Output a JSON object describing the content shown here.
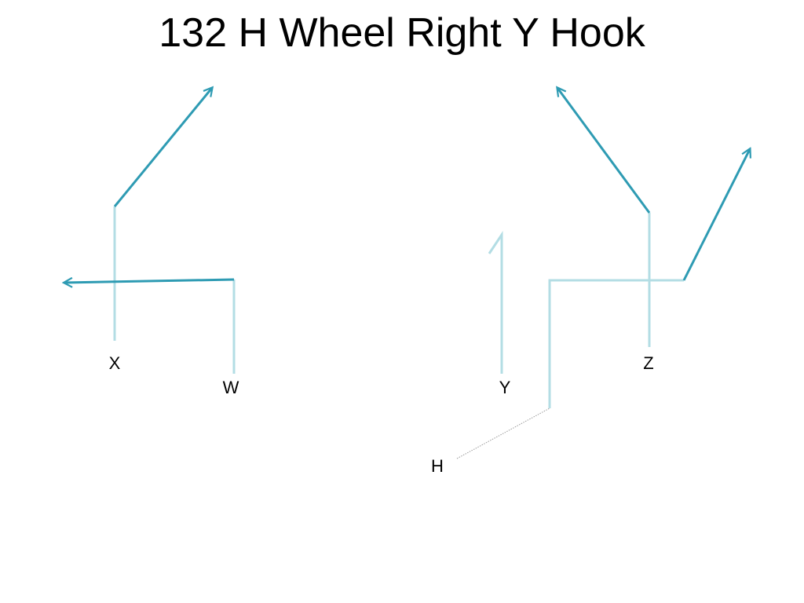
{
  "title": "132 H Wheel Right Y Hook",
  "colors": {
    "route": "#2e9bb3",
    "stem": "#b3dde4",
    "motion": "#999999",
    "text": "#000000"
  },
  "players": [
    {
      "id": "x",
      "label": "X"
    },
    {
      "id": "w",
      "label": "W"
    },
    {
      "id": "y",
      "label": "Y"
    },
    {
      "id": "z",
      "label": "Z"
    },
    {
      "id": "h",
      "label": "H"
    }
  ]
}
